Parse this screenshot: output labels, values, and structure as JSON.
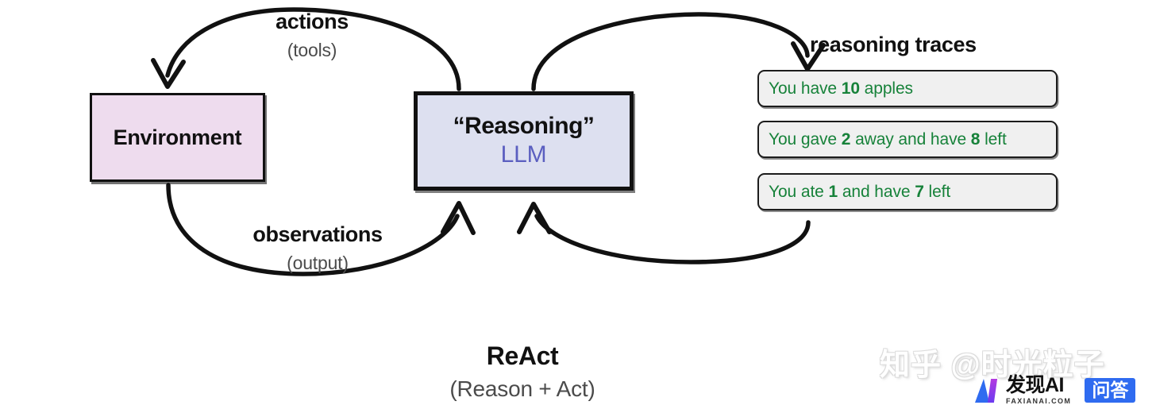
{
  "diagram": {
    "nodes": {
      "environment": {
        "label": "Environment",
        "fill": "#eedcee"
      },
      "llm": {
        "title": "“Reasoning”",
        "subtitle": "LLM",
        "fill": "#dde0f0",
        "subtitle_color": "#5b5fc0"
      }
    },
    "edges": {
      "actions": {
        "label": "actions",
        "sublabel": "(tools)",
        "from": "llm",
        "to": "environment"
      },
      "observations": {
        "label": "observations",
        "sublabel": "(output)",
        "from": "environment",
        "to": "llm"
      },
      "traces_out": {
        "label": "",
        "from": "llm",
        "to": "reasoning-traces"
      },
      "traces_in": {
        "label": "",
        "from": "reasoning-traces",
        "to": "llm"
      }
    },
    "traces": {
      "heading": "reasoning traces",
      "text_color": "#17823a",
      "items": [
        {
          "parts": [
            {
              "text": "You have ",
              "bold": false
            },
            {
              "text": "10",
              "bold": true
            },
            {
              "text": " apples",
              "bold": false
            }
          ]
        },
        {
          "parts": [
            {
              "text": "You gave ",
              "bold": false
            },
            {
              "text": "2",
              "bold": true
            },
            {
              "text": " away and have ",
              "bold": false
            },
            {
              "text": "8",
              "bold": true
            },
            {
              "text": " left",
              "bold": false
            }
          ]
        },
        {
          "parts": [
            {
              "text": "You ate ",
              "bold": false
            },
            {
              "text": "1",
              "bold": true
            },
            {
              "text": " and have ",
              "bold": false
            },
            {
              "text": "7",
              "bold": true
            },
            {
              "text": " left",
              "bold": false
            }
          ]
        }
      ]
    },
    "caption": {
      "title": "ReAct",
      "subtitle": "(Reason + Act)"
    }
  },
  "watermark": {
    "handle": "知乎 @时光粒子",
    "brand": "发现AI",
    "domain": "FAXIANAI.COM",
    "badge": "问答",
    "accent": "#2f6bf0"
  }
}
